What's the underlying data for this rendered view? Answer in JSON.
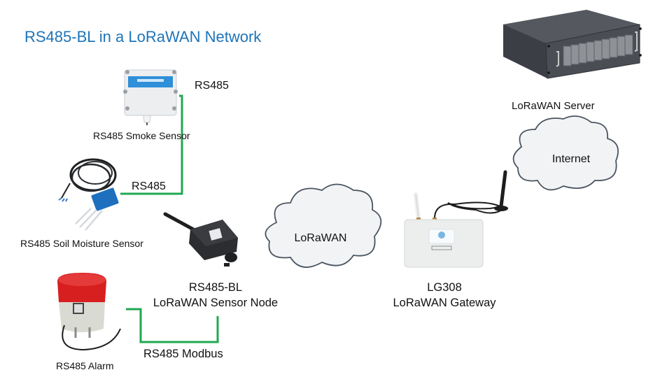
{
  "title": "RS485-BL in a LoRaWAN Network",
  "colors": {
    "title": "#1f74b8",
    "connection_line": "#20a850",
    "cloud_fill": "#f2f3f5",
    "cloud_stroke": "#4a5560"
  },
  "nodes": {
    "smoke_sensor": {
      "label": "RS485 Smoke Sensor",
      "icon": "smoke-sensor-icon"
    },
    "soil_sensor": {
      "label": "RS485 Soil Moisture Sensor",
      "icon": "soil-moisture-sensor-icon"
    },
    "alarm": {
      "label": "RS485 Alarm",
      "icon": "alarm-beacon-icon"
    },
    "sensor_node": {
      "label_line1": "RS485-BL",
      "label_line2": "LoRaWAN Sensor Node",
      "icon": "sensor-node-icon"
    },
    "gateway": {
      "label_line1": "LG308",
      "label_line2": "LoRaWAN Gateway",
      "icon": "gateway-icon"
    },
    "server": {
      "label": "LoRaWAN Server",
      "icon": "rack-server-icon"
    }
  },
  "clouds": {
    "lorawan": "LoRaWAN",
    "internet": "Internet"
  },
  "connections": {
    "smoke_link": "RS485",
    "soil_link": "RS485",
    "alarm_link": "RS485 Modbus"
  }
}
